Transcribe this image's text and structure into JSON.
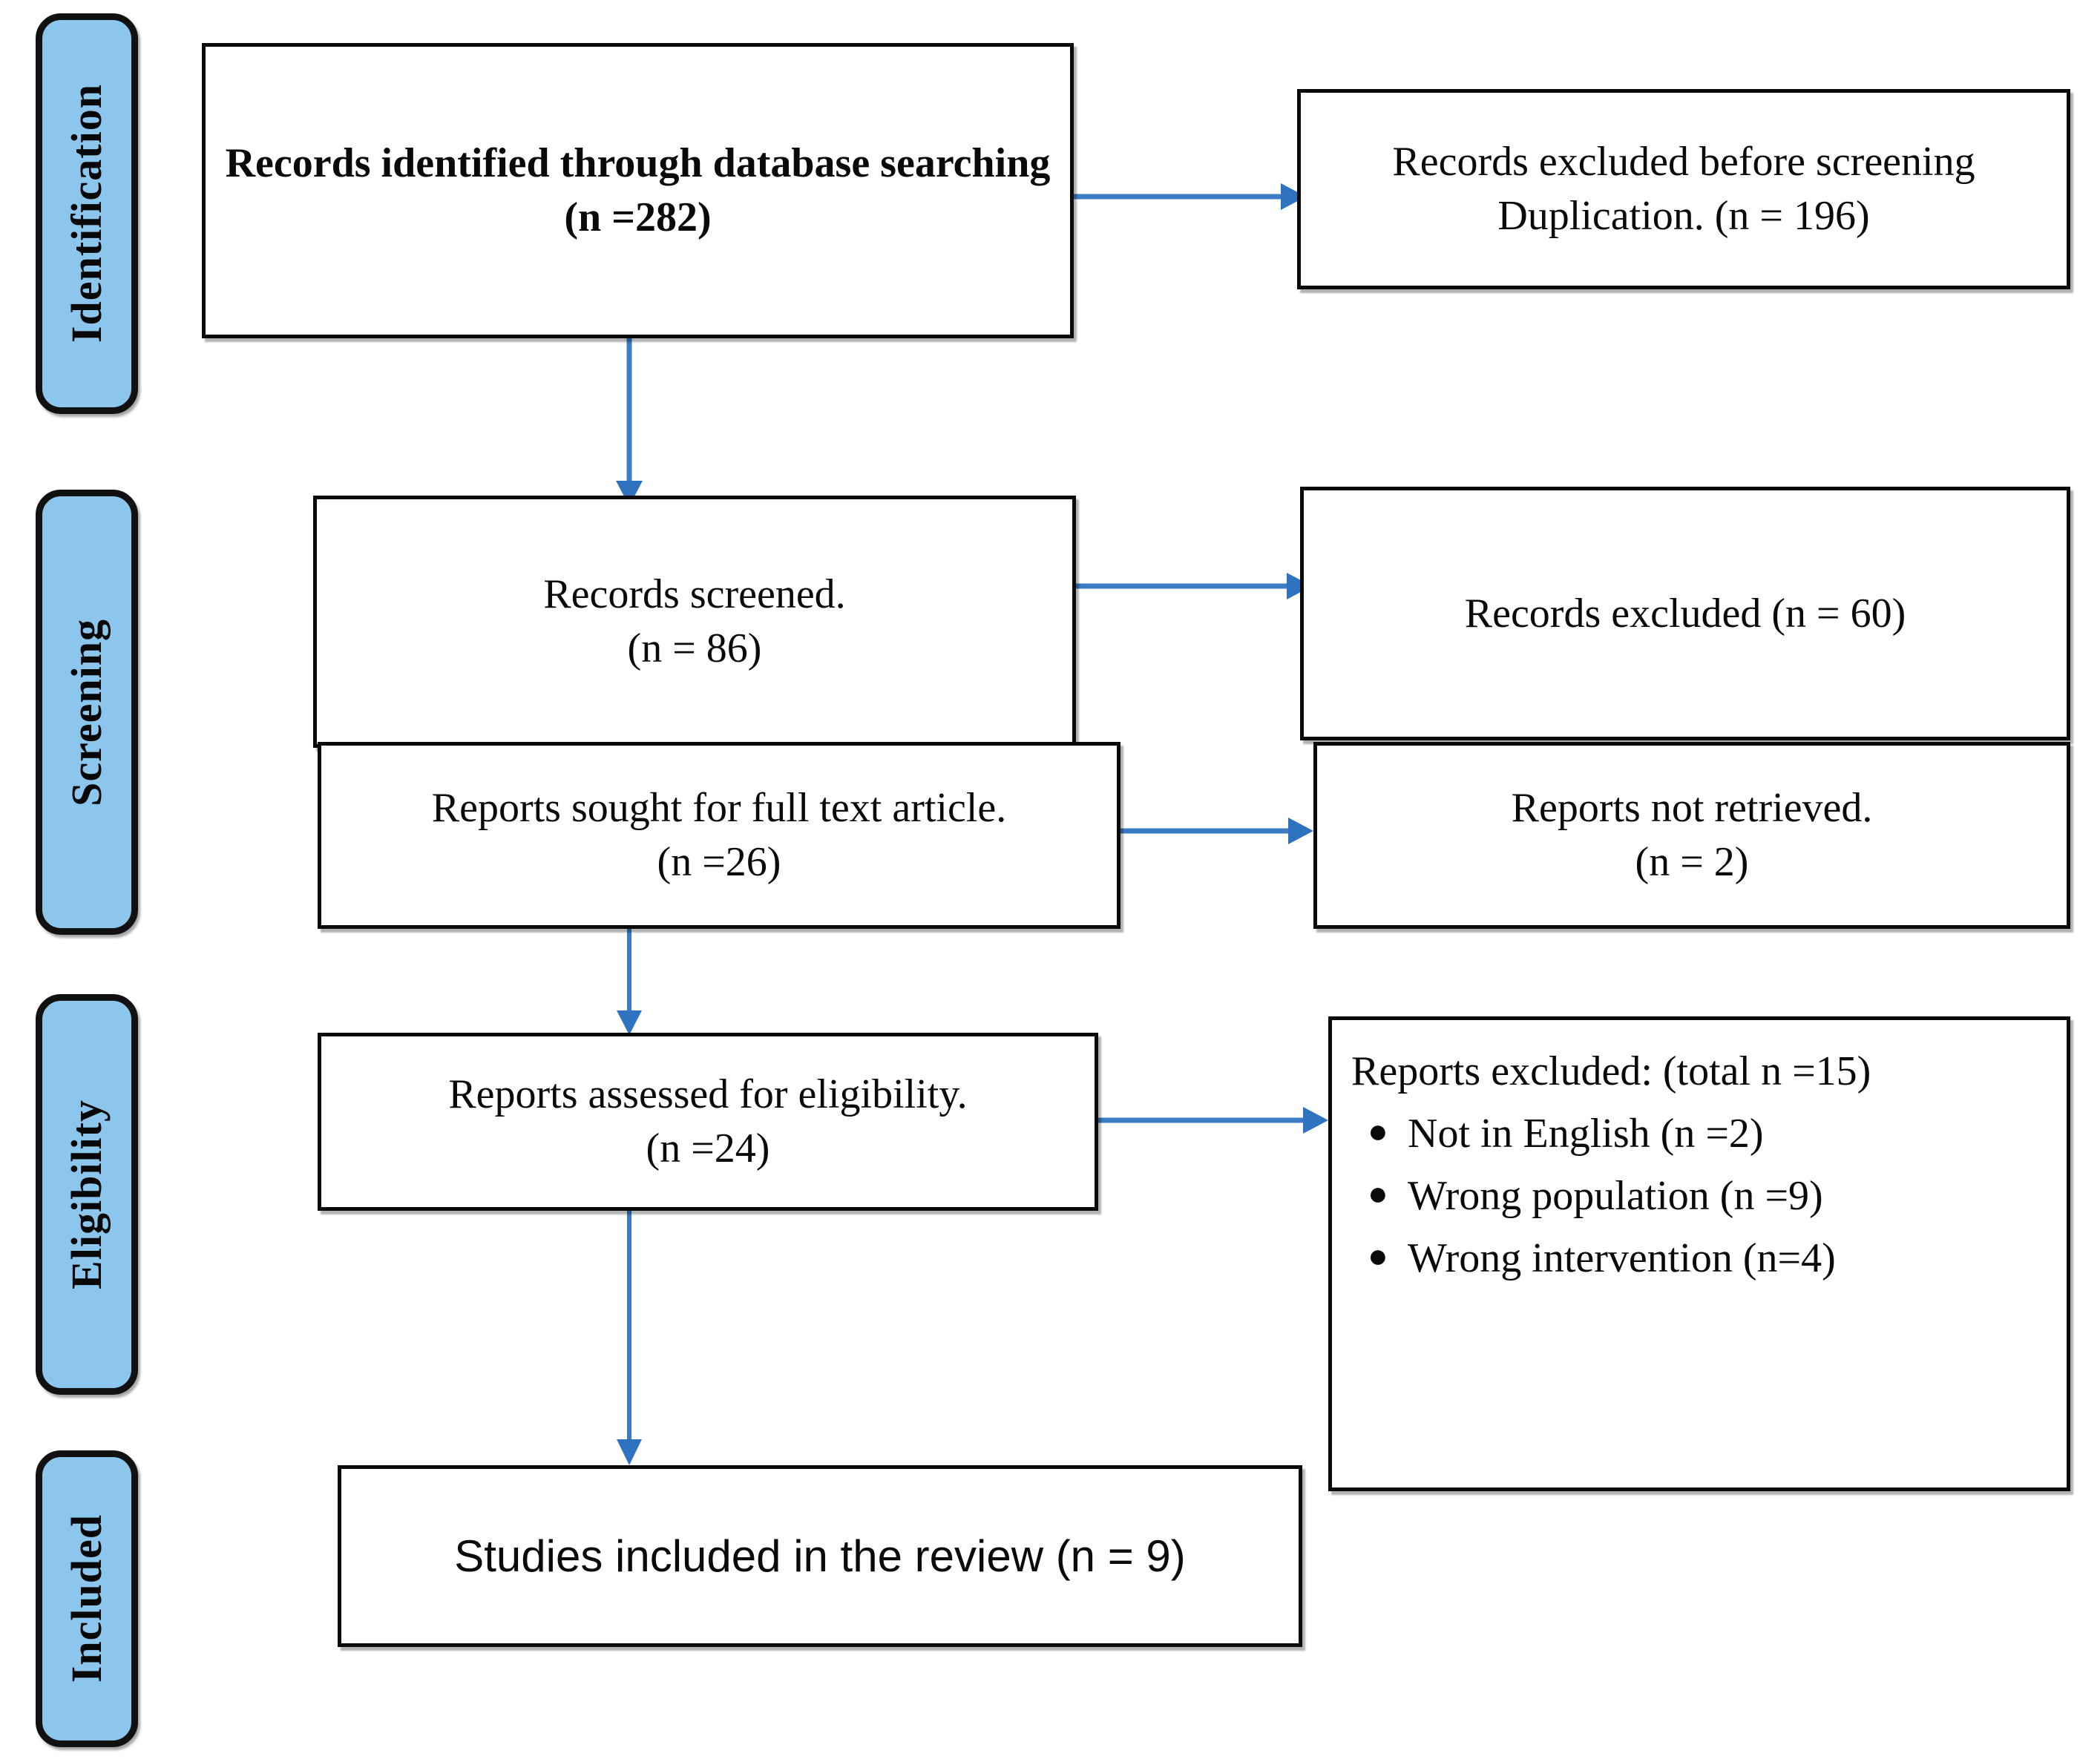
{
  "diagram": {
    "title": "PRISMA flow diagram",
    "accent_color": "#3B7CC4",
    "stage_fill_color": "#8CC6EC",
    "box_border_color": "#0A0A0A",
    "background_color": "#FFFFFF"
  },
  "stages": [
    {
      "id": "identification",
      "label": "Identification"
    },
    {
      "id": "screening",
      "label": "Screening"
    },
    {
      "id": "eligibility",
      "label": "Eligibility"
    },
    {
      "id": "included",
      "label": "Included"
    }
  ],
  "boxes": {
    "records_identified": {
      "text": "Records identified through database searching (n =282)",
      "line1": "Records identified through database",
      "line2": "searching (n =282)",
      "n": 282
    },
    "records_excluded_before_screening": {
      "text": "Records excluded before screening\nDuplication. (n = 196)",
      "line1": "Records excluded before screening",
      "line2": "Duplication. (n = 196)",
      "n": 196
    },
    "records_screened": {
      "text": "Records screened.\n(n = 86)",
      "line1": "Records screened.",
      "line2": "(n = 86)",
      "n": 86
    },
    "records_excluded": {
      "text": "Records excluded (n = 60)",
      "n": 60
    },
    "reports_sought": {
      "text": "Reports sought for full text article.\n(n =26)",
      "line1": "Reports sought for full text article.",
      "line2": "(n =26)",
      "n": 26
    },
    "reports_not_retrieved": {
      "text": "Reports not retrieved.\n(n = 2)",
      "line1": "Reports not retrieved.",
      "line2": "(n = 2)",
      "n": 2
    },
    "reports_assessed": {
      "text": "Reports assessed for eligibility.\n(n =24)",
      "line1": "Reports assessed for eligibility.",
      "line2": "(n =24)",
      "n": 24
    },
    "reports_excluded": {
      "heading": "Reports excluded: (total n =15)",
      "total_n": 15,
      "reasons": [
        {
          "label": "Not in English (n =2)",
          "n": 2
        },
        {
          "label": "Wrong population (n =9)",
          "n": 9
        },
        {
          "label": "Wrong intervention (n=4)",
          "n": 4
        }
      ]
    },
    "studies_included": {
      "text": "Studies included in the review (n = 9)",
      "n": 9
    }
  },
  "chart_data": {
    "type": "diagram",
    "title": "PRISMA flow diagram",
    "nodes": [
      {
        "id": "records_identified",
        "stage": "Identification",
        "label": "Records identified through database searching",
        "n": 282
      },
      {
        "id": "records_excluded_before_screening",
        "stage": "Identification",
        "label": "Records excluded before screening Duplication.",
        "n": 196
      },
      {
        "id": "records_screened",
        "stage": "Screening",
        "label": "Records screened.",
        "n": 86
      },
      {
        "id": "records_excluded",
        "stage": "Screening",
        "label": "Records excluded",
        "n": 60
      },
      {
        "id": "reports_sought",
        "stage": "Screening",
        "label": "Reports sought for full text article.",
        "n": 26
      },
      {
        "id": "reports_not_retrieved",
        "stage": "Screening",
        "label": "Reports not retrieved.",
        "n": 2
      },
      {
        "id": "reports_assessed",
        "stage": "Eligibility",
        "label": "Reports assessed for eligibility.",
        "n": 24
      },
      {
        "id": "reports_excluded",
        "stage": "Eligibility",
        "label": "Reports excluded: total",
        "n": 15
      },
      {
        "id": "studies_included",
        "stage": "Included",
        "label": "Studies included in the review",
        "n": 9
      }
    ],
    "edges": [
      {
        "from": "records_identified",
        "to": "records_excluded_before_screening",
        "direction": "right"
      },
      {
        "from": "records_identified",
        "to": "records_screened",
        "direction": "down"
      },
      {
        "from": "records_screened",
        "to": "records_excluded",
        "direction": "right"
      },
      {
        "from": "records_screened",
        "to": "reports_sought",
        "direction": "down"
      },
      {
        "from": "reports_sought",
        "to": "reports_not_retrieved",
        "direction": "right"
      },
      {
        "from": "reports_sought",
        "to": "reports_assessed",
        "direction": "down"
      },
      {
        "from": "reports_assessed",
        "to": "reports_excluded",
        "direction": "right"
      },
      {
        "from": "reports_assessed",
        "to": "studies_included",
        "direction": "down"
      }
    ]
  }
}
